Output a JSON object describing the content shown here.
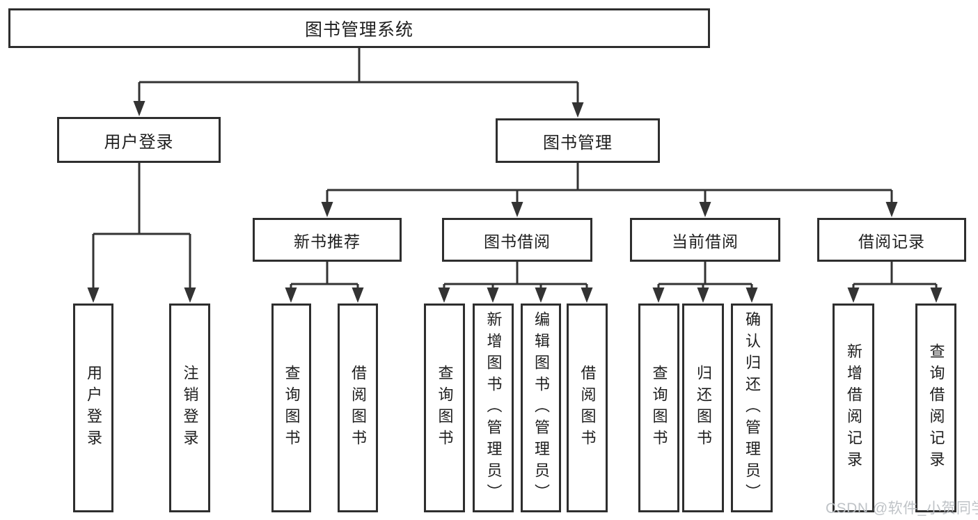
{
  "tree": {
    "label": "图书管理系统",
    "children": [
      {
        "label": "用户登录",
        "children": [
          {
            "label": "用户登录"
          },
          {
            "label": "注销登录"
          }
        ]
      },
      {
        "label": "图书管理",
        "children": [
          {
            "label": "新书推荐",
            "children": [
              {
                "label": "查询图书"
              },
              {
                "label": "借阅图书"
              }
            ]
          },
          {
            "label": "图书借阅",
            "children": [
              {
                "label": "查询图书"
              },
              {
                "label": "新增图书（管理员）"
              },
              {
                "label": "编辑图书（管理员）"
              },
              {
                "label": "借阅图书"
              }
            ]
          },
          {
            "label": "当前借阅",
            "children": [
              {
                "label": "查询图书"
              },
              {
                "label": "归还图书"
              },
              {
                "label": "确认归还（管理员）"
              }
            ]
          },
          {
            "label": "借阅记录",
            "children": [
              {
                "label": "新增借阅记录"
              },
              {
                "label": "查询借阅记录"
              }
            ]
          }
        ]
      }
    ]
  },
  "watermark": "CSDN @软件_小贺同学",
  "colors": {
    "line": "#333333",
    "box_border": "#2e2e2e",
    "text": "#1e1e1e",
    "watermark": "#bcc0c4",
    "background": "#ffffff"
  }
}
